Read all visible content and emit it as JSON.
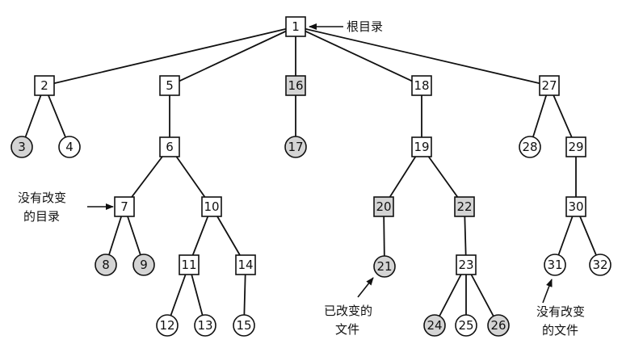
{
  "diagram": {
    "colors": {
      "changed": "#d4d4d4",
      "unchanged": "#ffffff",
      "stroke": "#111111"
    },
    "nodes": [
      {
        "id": "1",
        "kind": "directory",
        "changed": false
      },
      {
        "id": "2",
        "kind": "directory",
        "changed": false
      },
      {
        "id": "3",
        "kind": "file",
        "changed": true
      },
      {
        "id": "4",
        "kind": "file",
        "changed": false
      },
      {
        "id": "5",
        "kind": "directory",
        "changed": false
      },
      {
        "id": "6",
        "kind": "directory",
        "changed": false
      },
      {
        "id": "7",
        "kind": "directory",
        "changed": false
      },
      {
        "id": "8",
        "kind": "file",
        "changed": true
      },
      {
        "id": "9",
        "kind": "file",
        "changed": true
      },
      {
        "id": "10",
        "kind": "directory",
        "changed": false
      },
      {
        "id": "11",
        "kind": "directory",
        "changed": false
      },
      {
        "id": "12",
        "kind": "file",
        "changed": false
      },
      {
        "id": "13",
        "kind": "file",
        "changed": false
      },
      {
        "id": "14",
        "kind": "directory",
        "changed": false
      },
      {
        "id": "15",
        "kind": "file",
        "changed": false
      },
      {
        "id": "16",
        "kind": "directory",
        "changed": true
      },
      {
        "id": "17",
        "kind": "file",
        "changed": true
      },
      {
        "id": "18",
        "kind": "directory",
        "changed": false
      },
      {
        "id": "19",
        "kind": "directory",
        "changed": false
      },
      {
        "id": "20",
        "kind": "directory",
        "changed": true
      },
      {
        "id": "21",
        "kind": "file",
        "changed": true
      },
      {
        "id": "22",
        "kind": "directory",
        "changed": true
      },
      {
        "id": "23",
        "kind": "directory",
        "changed": false
      },
      {
        "id": "24",
        "kind": "file",
        "changed": true
      },
      {
        "id": "25",
        "kind": "file",
        "changed": false
      },
      {
        "id": "26",
        "kind": "file",
        "changed": true
      },
      {
        "id": "27",
        "kind": "directory",
        "changed": false
      },
      {
        "id": "28",
        "kind": "file",
        "changed": false
      },
      {
        "id": "29",
        "kind": "directory",
        "changed": false
      },
      {
        "id": "30",
        "kind": "directory",
        "changed": false
      },
      {
        "id": "31",
        "kind": "file",
        "changed": false
      },
      {
        "id": "32",
        "kind": "file",
        "changed": false
      }
    ],
    "edges": [
      [
        "1",
        "2"
      ],
      [
        "1",
        "5"
      ],
      [
        "1",
        "16"
      ],
      [
        "1",
        "18"
      ],
      [
        "1",
        "27"
      ],
      [
        "2",
        "3"
      ],
      [
        "2",
        "4"
      ],
      [
        "5",
        "6"
      ],
      [
        "6",
        "7"
      ],
      [
        "6",
        "10"
      ],
      [
        "7",
        "8"
      ],
      [
        "7",
        "9"
      ],
      [
        "10",
        "11"
      ],
      [
        "10",
        "14"
      ],
      [
        "11",
        "12"
      ],
      [
        "11",
        "13"
      ],
      [
        "14",
        "15"
      ],
      [
        "16",
        "17"
      ],
      [
        "18",
        "19"
      ],
      [
        "19",
        "20"
      ],
      [
        "19",
        "22"
      ],
      [
        "20",
        "21"
      ],
      [
        "22",
        "23"
      ],
      [
        "23",
        "24"
      ],
      [
        "23",
        "25"
      ],
      [
        "23",
        "26"
      ],
      [
        "27",
        "28"
      ],
      [
        "27",
        "29"
      ],
      [
        "29",
        "30"
      ],
      [
        "30",
        "31"
      ],
      [
        "30",
        "32"
      ]
    ],
    "annotations": {
      "root": "根目录",
      "unchanged_dir_line1": "没有改变",
      "unchanged_dir_line2": "的目录",
      "changed_file_line1": "已改变的",
      "changed_file_line2": "文件",
      "unchanged_file_line1": "没有改变",
      "unchanged_file_line2": "的文件"
    }
  }
}
